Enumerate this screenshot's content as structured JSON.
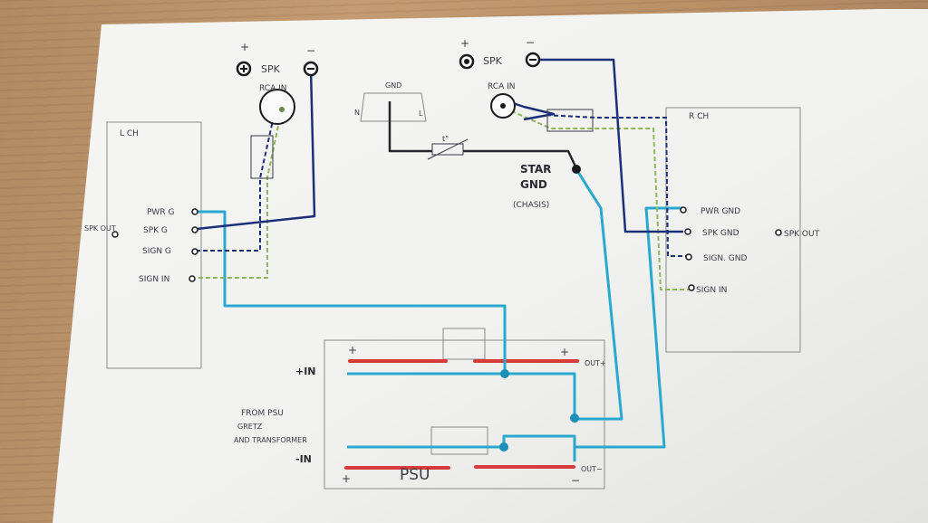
{
  "left_channel": {
    "header": "L CH",
    "pwr_g": "PWR G",
    "spk_g": "SPK G",
    "sign_g": "SIGN G",
    "sign_in": "SIGN IN",
    "spk_out": "SPK OUT",
    "spk_label": "SPK",
    "rca_label": "RCA IN",
    "plus": "+",
    "minus": "−"
  },
  "right_channel": {
    "header": "R CH",
    "pwr_gnd": "PWR GND",
    "spk_gnd": "SPK GND",
    "sign_gnd": "SIGN. GND",
    "sign_in": "SIGN IN",
    "spk_out": "SPK OUT",
    "spk_label": "SPK",
    "rca_label": "RCA IN",
    "plus": "+",
    "minus": "−"
  },
  "mains": {
    "gnd": "GND",
    "n": "N",
    "l": "L",
    "t": "t°"
  },
  "star_gnd": {
    "line1": "STAR",
    "line2": "GND",
    "line3": "(CHASIS)"
  },
  "psu": {
    "label": "PSU",
    "plus_in": "+IN",
    "minus_in": "-IN",
    "out_plus": "OUT+",
    "out_minus": "OUT−",
    "from_line1": "FROM PSU",
    "from_line2": "GRETZ",
    "from_line3": "AND TRANSFORMER",
    "plus": "+",
    "minus": "−"
  },
  "colors": {
    "paper": "#f3f3f1",
    "pencil": "#8a8a8a",
    "blue_ink": "#1b2f7a",
    "cyan_wire": "#2aa8cf",
    "green_wire": "#8fb65a",
    "red_rail": "#d83a3a",
    "dark_ink": "#26262b"
  }
}
